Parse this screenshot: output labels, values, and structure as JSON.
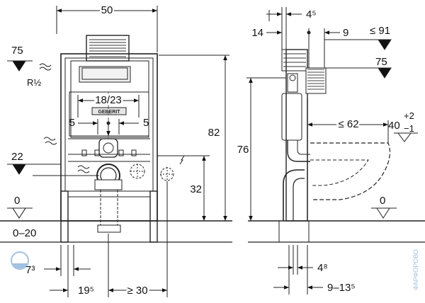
{
  "front_view": {
    "width": "50",
    "height": "82",
    "top_level": "75",
    "supply": "R½",
    "flush_spacing": "18/23",
    "actuator_offset_left": "5",
    "actuator_offset_right": "5",
    "drain_level": "22",
    "electric_height": "32",
    "floor_level": "0",
    "floor_build": "0–20",
    "frame_offset": "7³",
    "axis_offset": "19⁵",
    "min_side": "≥ 30"
  },
  "side_view": {
    "depth_14": "14",
    "depth_4_5": "4⁵",
    "depth_9": "9",
    "max_top": "≤ 91",
    "supply_level": "75",
    "height": "76",
    "bowl_projection": "≤ 62",
    "bowl_height": "40",
    "bowl_height_tol_plus": "+2",
    "bowl_height_tol_minus": "−1",
    "floor_level": "0",
    "offset_4_8": "4⁸",
    "wall_range": "9–13⁵"
  },
  "brand": {
    "plate_text": "GEBERIT",
    "watermark": "ФАРФОРОВО"
  }
}
